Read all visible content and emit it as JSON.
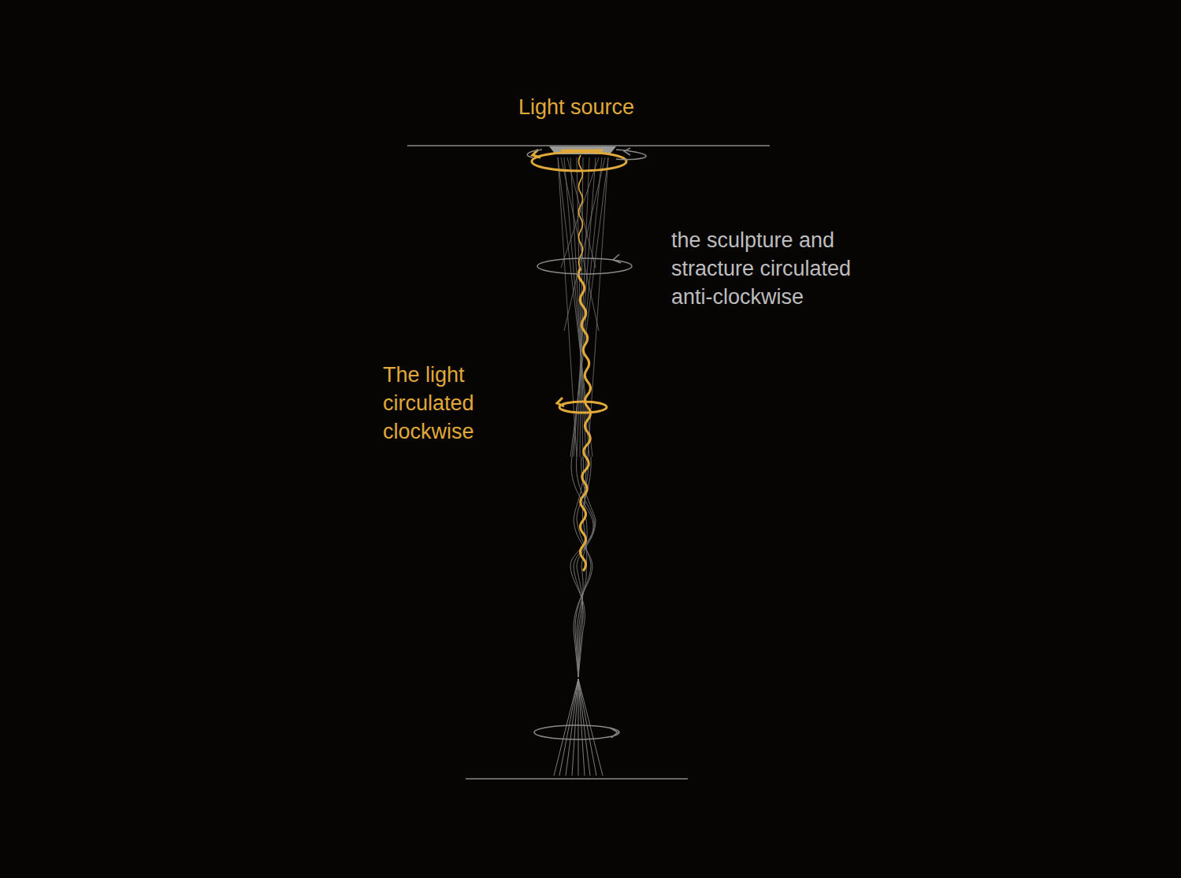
{
  "diagram": {
    "labels": [
      "Light source",
      "the sculpture and stracture circulated anti-clockwise",
      "The light circulated clockwise"
    ]
  }
}
